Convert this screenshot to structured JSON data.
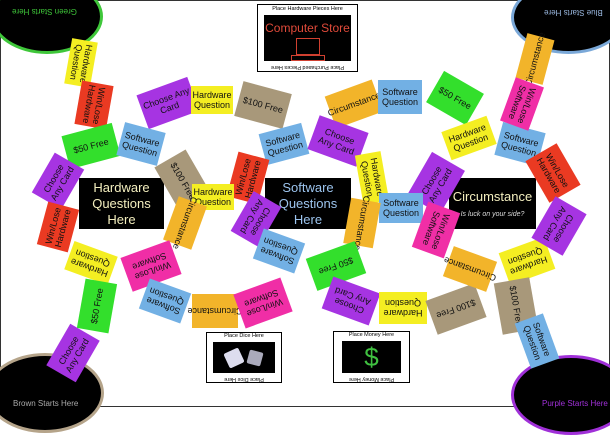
{
  "starts": {
    "green": {
      "label": "Green Starts Here",
      "color": "#3fc73a"
    },
    "blue": {
      "label": "Blue Starts Here",
      "color": "#7aa8d8"
    },
    "brown": {
      "label": "Brown Starts Here",
      "color": "#b5a48a"
    },
    "purple": {
      "label": "Purple Starts Here",
      "color": "#a030d8"
    }
  },
  "question_boxes": {
    "hardware": {
      "title": "Hardware Questions Here"
    },
    "software": {
      "title": "Software Questions Here"
    },
    "circumstance": {
      "title": "Circumstance",
      "subtitle": "Is luck on your side?"
    }
  },
  "places": {
    "store": {
      "top": "Place Hardware Pieces Here",
      "title": "Computer Store",
      "bottom": "Place Purchased Pieces Here"
    },
    "dice": {
      "top": "Place Dice Here",
      "bottom": "Place Dice Here"
    },
    "money": {
      "top": "Place Money Here",
      "symbol": "$",
      "bottom": "Place Money Here"
    }
  },
  "tile_colors": {
    "hardware": "#f4ee22",
    "software": "#72b0e4",
    "circumstance": "#f2b42a",
    "winlose_hw": "#ea3a22",
    "winlose_sw": "#f02ea6",
    "free50": "#33df2c",
    "free100": "#a8987a",
    "choose": "#a634e2"
  },
  "tiles": [
    {
      "kind": "hardware",
      "label": "Hardware Question"
    },
    {
      "kind": "winlose_hw",
      "label": "Win/Lose Hardware"
    },
    {
      "kind": "free50",
      "label": "$50 Free"
    },
    {
      "kind": "choose",
      "label": "Choose Any Card"
    },
    {
      "kind": "winlose_hw",
      "label": "Win/Lose Hardware"
    },
    {
      "kind": "hardware",
      "label": "Hardware Question"
    },
    {
      "kind": "free50",
      "label": "$50 Free"
    },
    {
      "kind": "choose",
      "label": "Choose Any Card"
    },
    {
      "kind": "choose",
      "label": "Choose Any Card"
    },
    {
      "kind": "hardware",
      "label": "Hardware Question"
    },
    {
      "kind": "free100",
      "label": "$100 Free"
    },
    {
      "kind": "software",
      "label": "Software Question"
    },
    {
      "kind": "free100",
      "label": "$100 Free"
    },
    {
      "kind": "software",
      "label": "Software Question"
    },
    {
      "kind": "winlose_hw",
      "label": "Win/Lose Hardware"
    },
    {
      "kind": "hardware",
      "label": "Hardware Question"
    },
    {
      "kind": "circumstance",
      "label": "Circumstance"
    },
    {
      "kind": "choose",
      "label": "Choose Any Card"
    },
    {
      "kind": "winlose_sw",
      "label": "Win/Lose Software"
    },
    {
      "kind": "software",
      "label": "Software Question"
    },
    {
      "kind": "circumstance",
      "label": "Circumstance"
    },
    {
      "kind": "winlose_sw",
      "label": "Win/Lose Software"
    },
    {
      "kind": "software",
      "label": "Software Question"
    },
    {
      "kind": "circumstance",
      "label": "Circumstance"
    },
    {
      "kind": "software",
      "label": "Software Question"
    },
    {
      "kind": "free50",
      "label": "$50 Free"
    },
    {
      "kind": "choose",
      "label": "Choose Any Card"
    },
    {
      "kind": "hardware",
      "label": "Hardware Question"
    },
    {
      "kind": "hardware",
      "label": "Hardware Question"
    },
    {
      "kind": "choose",
      "label": "Choose Any Card"
    },
    {
      "kind": "software",
      "label": "Software Question"
    },
    {
      "kind": "circumstance",
      "label": "Circumstance"
    },
    {
      "kind": "winlose_sw",
      "label": "Win/Lose Software"
    },
    {
      "kind": "winlose_hw",
      "label": "Win/Lose Hardware"
    },
    {
      "kind": "software",
      "label": "Software Question"
    },
    {
      "kind": "circumstance",
      "label": "Circumstance"
    },
    {
      "kind": "winlose_sw",
      "label": "Win/Lose Software"
    },
    {
      "kind": "free50",
      "label": "$50 Free"
    },
    {
      "kind": "choose",
      "label": "Choose Any Card"
    },
    {
      "kind": "hardware",
      "label": "Hardware Question"
    },
    {
      "kind": "free100",
      "label": "$100 Free"
    },
    {
      "kind": "circumstance",
      "label": "Circumstance"
    },
    {
      "kind": "hardware",
      "label": "Hardware Question"
    },
    {
      "kind": "choose",
      "label": "Choose Any Card"
    },
    {
      "kind": "free100",
      "label": "$100 Free"
    },
    {
      "kind": "software",
      "label": "Software Question"
    }
  ]
}
